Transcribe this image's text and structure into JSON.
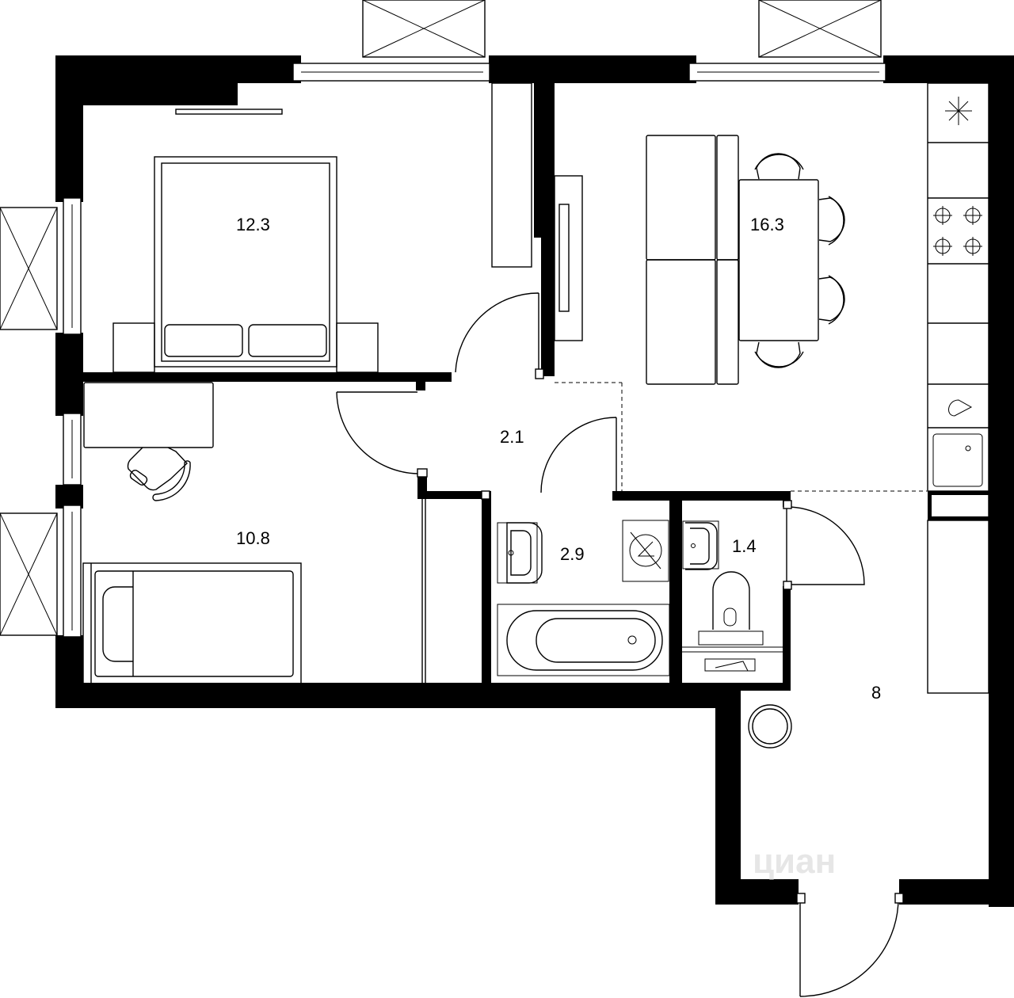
{
  "plan": {
    "type": "apartment-floor-plan",
    "unit": "m²",
    "rooms": [
      {
        "id": "bedroom-1",
        "area": "12.3"
      },
      {
        "id": "living-kitchen",
        "area": "16.3"
      },
      {
        "id": "hallway-small",
        "area": "2.1"
      },
      {
        "id": "bedroom-2",
        "area": "10.8"
      },
      {
        "id": "bathroom",
        "area": "2.9"
      },
      {
        "id": "toilet",
        "area": "1.4"
      },
      {
        "id": "entrance-hall",
        "area": "8"
      }
    ],
    "watermark": "циан"
  },
  "colors": {
    "wall": "#000000",
    "background": "#ffffff",
    "line": "#000000",
    "watermark": "#e6e6e6"
  }
}
